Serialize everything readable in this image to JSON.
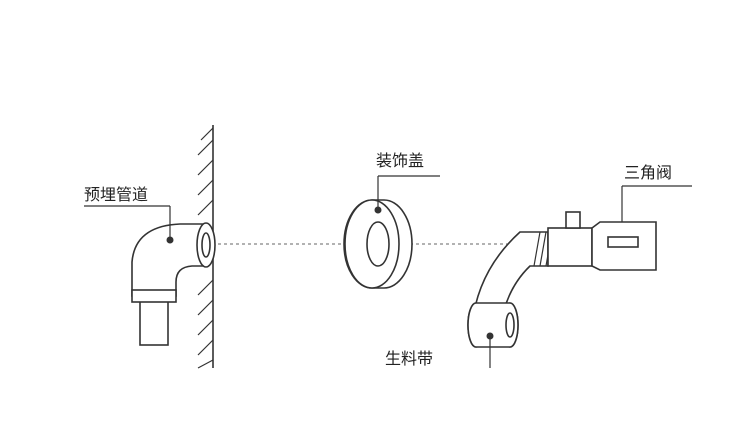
{
  "labels": {
    "embedded_pipe": "预埋管道",
    "decorative_cover": "装饰盖",
    "angle_valve": "三角阀",
    "ptfe_tape": "生料带"
  },
  "colors": {
    "line": "#333333",
    "background": "#ffffff",
    "text": "#222222"
  }
}
